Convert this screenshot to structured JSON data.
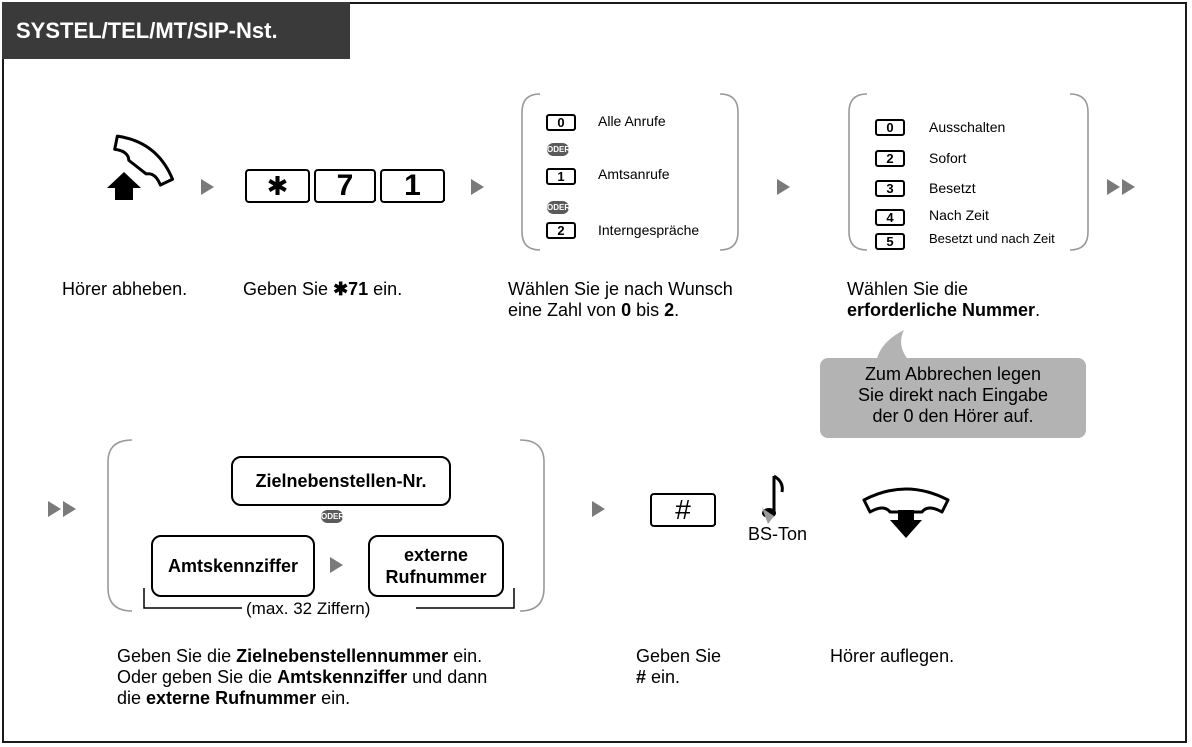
{
  "header": {
    "title": "SYSTEL/TEL/MT/SIP-Nst."
  },
  "step1": {
    "caption": "Hörer abheben."
  },
  "step2": {
    "keys": [
      "✱",
      "7",
      "1"
    ],
    "caption_pre": "Geben Sie ",
    "caption_bold": "✱71",
    "caption_post": " ein."
  },
  "step3": {
    "options": [
      {
        "key": "0",
        "label": "Alle Anrufe"
      },
      {
        "key": "1",
        "label": "Amtsanrufe"
      },
      {
        "key": "2",
        "label": "Interngespräche"
      }
    ],
    "or_label": "ODER",
    "caption_line1": "Wählen Sie je nach Wunsch",
    "caption_l2_a": "eine Zahl von ",
    "caption_l2_b": "0",
    "caption_l2_c": " bis ",
    "caption_l2_d": "2",
    "caption_l2_e": "."
  },
  "step4": {
    "options": [
      {
        "key": "0",
        "label": "Ausschalten"
      },
      {
        "key": "2",
        "label": "Sofort"
      },
      {
        "key": "3",
        "label": "Besetzt"
      },
      {
        "key": "4",
        "label": "Nach Zeit"
      },
      {
        "key": "5",
        "label": "Besetzt und nach Zeit"
      }
    ],
    "caption_line1": "Wählen Sie die",
    "caption_bold": "erforderliche Nummer",
    "caption_post": ".",
    "bubble": [
      "Zum Abbrechen legen",
      "Sie direkt nach Eingabe",
      "der 0 den Hörer auf."
    ]
  },
  "step5": {
    "box_extension": "Zielnebenstellen-Nr.",
    "or_label": "ODER",
    "box_trunk": "Amtskennziffer",
    "box_external_1": "externe",
    "box_external_2": "Rufnummer",
    "max_digits": "(max. 32 Ziffern)",
    "cap_l1_a": "Geben  Sie die ",
    "cap_l1_b": "Zielnebenstellennummer",
    "cap_l1_c": " ein.",
    "cap_l2_a": "Oder geben Sie die ",
    "cap_l2_b": "Amtskennziffer",
    "cap_l2_c": " und dann",
    "cap_l3_a": "die ",
    "cap_l3_b": "externe Rufnummer",
    "cap_l3_c": " ein."
  },
  "step6": {
    "key": "#",
    "tone_label": "BS-Ton",
    "cap_l1": "Geben Sie",
    "cap_l2_b": "#",
    "cap_l2_c": " ein."
  },
  "step7": {
    "caption": "Hörer auflegen."
  }
}
